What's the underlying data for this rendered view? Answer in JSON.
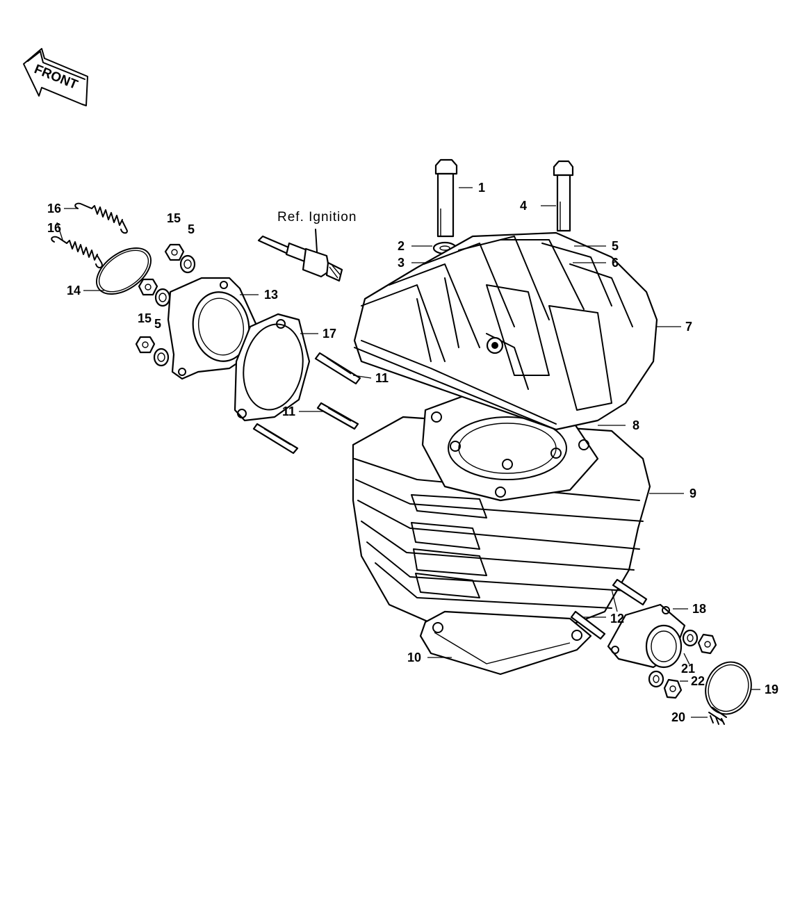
{
  "front_label": "FRONT",
  "reference_note": "Ref. Ignition",
  "callouts": {
    "c1": "1",
    "c2": "2",
    "c3": "3",
    "c4": "4",
    "c5a": "5",
    "c5b": "5",
    "c5c": "5",
    "c6": "6",
    "c7": "7",
    "c8": "8",
    "c9": "9",
    "c10": "10",
    "c11a": "11",
    "c11b": "11",
    "c12": "12",
    "c13": "13",
    "c14": "14",
    "c15a": "15",
    "c15b": "15",
    "c16a": "16",
    "c16b": "16",
    "c17": "17",
    "c18": "18",
    "c19": "19",
    "c20": "20",
    "c21": "21",
    "c22": "22"
  }
}
